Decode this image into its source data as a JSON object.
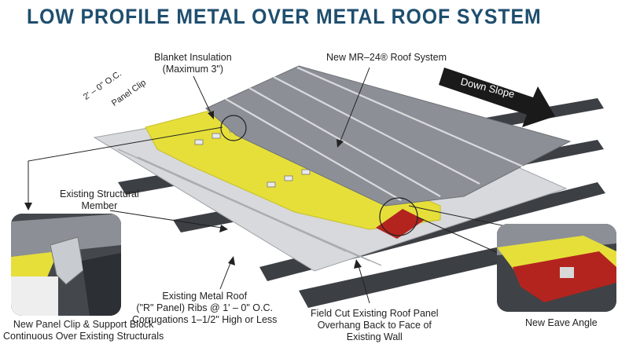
{
  "title": "LOW PROFILE METAL OVER METAL ROOF SYSTEM",
  "labels": {
    "blanket_insulation": "Blanket Insulation",
    "blanket_insulation_max": "(Maximum 3\")",
    "new_roof_system": "New MR–24® Roof System",
    "down_slope": "Down Slope",
    "spacing": "2' – 0\" O.C.",
    "panel_clip": "Panel Clip",
    "existing_structural_line1": "Existing Structural",
    "existing_structural_line2": "Member",
    "existing_metal_roof_line1": "Existing Metal Roof",
    "existing_metal_roof_line2": "(\"R\" Panel) Ribs @ 1' – 0\" O.C.",
    "existing_metal_roof_line3": "Corrugations 1–1/2\" High or Less",
    "field_cut_line1": "Field Cut Existing Roof Panel",
    "field_cut_line2": "Overhang Back to Face of",
    "field_cut_line3": "Existing Wall",
    "new_panel_clip_line1": "New Panel Clip & Support Block",
    "new_panel_clip_line2": "Continuous Over Existing Structurals",
    "new_eave_angle": "New Eave Angle"
  },
  "colors": {
    "title": "#1f4e6e",
    "new_panel": "#8c9096",
    "insulation": "#e6df3a",
    "existing_panel": "#d7d9dc",
    "structural": "#3c3f44",
    "eave_angle": "#b3241f",
    "arrow": "#1a1a1a"
  }
}
